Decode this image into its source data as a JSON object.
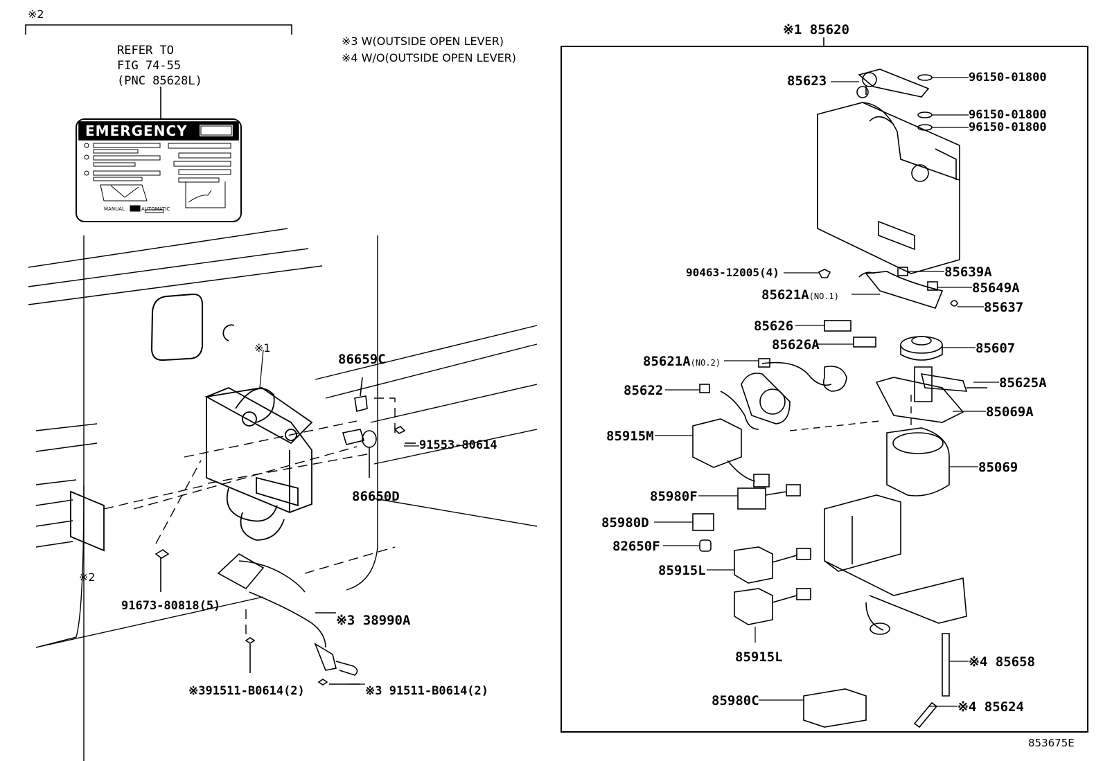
{
  "notes": {
    "bracket_mark": "※2",
    "note3": "※3 W(OUTSIDE OPEN LEVER)",
    "note4": "※4 W/O(OUTSIDE OPEN LEVER)",
    "refer_line1": "REFER TO",
    "refer_line2": "FIG 74-55",
    "refer_line3": "(PNC 85628L)",
    "label_title": "EMERGENCY",
    "label_manual": "MANUAL",
    "label_automatic": "AUTOMATIC",
    "mark1_left": "※1",
    "mark2_left": "※2",
    "assembly_header": "※1 85620",
    "figure_code": "853675E"
  },
  "left_parts": {
    "p86659C": "86659C",
    "p91553": "91553-80614",
    "p86650D": "86650D",
    "p91673": "91673-80818(5)",
    "p38990A": "※3 38990A",
    "p91511a": "※391511-B0614(2)",
    "p91511b": "※3 91511-B0614(2)"
  },
  "right_parts": {
    "p85623": "85623",
    "p96150a": "96150-01800",
    "p96150b": "96150-01800",
    "p96150c": "96150-01800",
    "p90463": "90463-12005(4)",
    "p85639A": "85639A",
    "p85649A": "85649A",
    "p85621A1": "85621A",
    "p85621A1_sub": "(NO.1)",
    "p85637": "85637",
    "p85626": "85626",
    "p85626A": "85626A",
    "p85607": "85607",
    "p85621A2": "85621A",
    "p85621A2_sub": "(NO.2)",
    "p85625A": "85625A",
    "p85622": "85622",
    "p85069A": "85069A",
    "p85915M": "85915M",
    "p85069": "85069",
    "p85980F": "85980F",
    "p85980D": "85980D",
    "p82650F": "82650F",
    "p85915L_a": "85915L",
    "p85915L_b": "85915L",
    "p85658": "※4 85658",
    "p85980C": "85980C",
    "p85624": "※4 85624"
  }
}
